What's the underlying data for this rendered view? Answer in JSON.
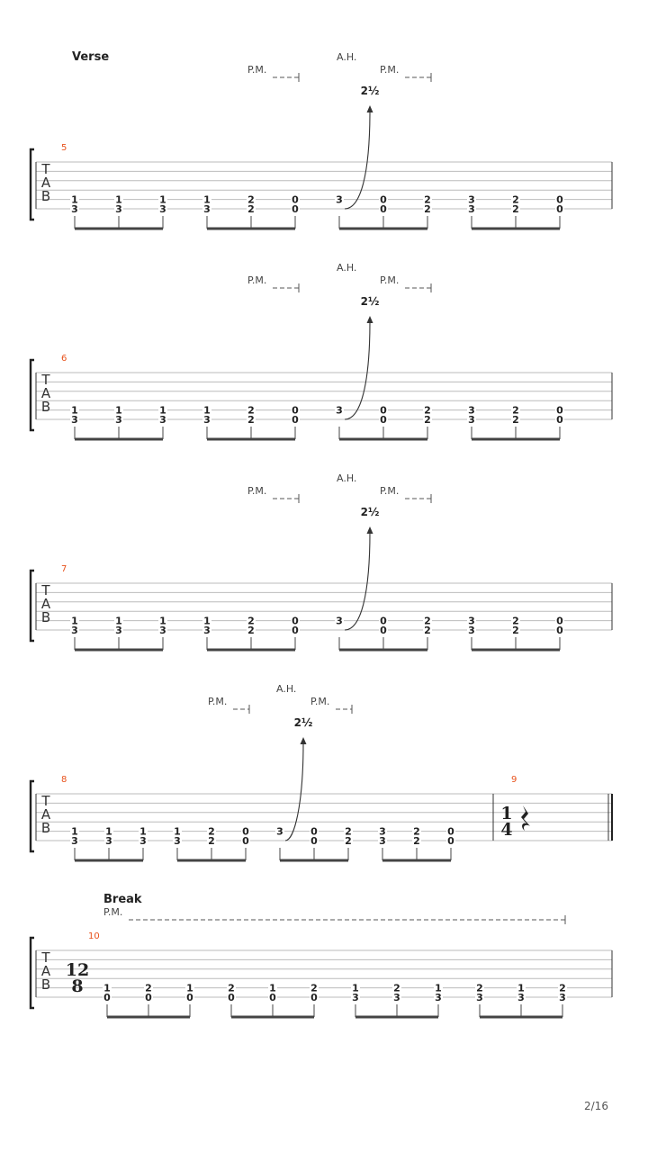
{
  "page_number": "2/16",
  "systems": [
    {
      "section": "Verse",
      "measures": [
        {
          "number": "5",
          "beats": [
            [
              "1",
              "3"
            ],
            [
              "1",
              "3"
            ],
            [
              "1",
              "3"
            ],
            [
              "1",
              "3"
            ],
            [
              "2",
              "2"
            ],
            [
              "0",
              "0"
            ],
            [
              "3",
              ""
            ],
            [
              "0",
              "0"
            ],
            [
              "2",
              "2"
            ],
            [
              "3",
              "3"
            ],
            [
              "2",
              "2"
            ],
            [
              "0",
              "0"
            ]
          ],
          "bend_beat": 6
        }
      ],
      "pm_before": "P.M.",
      "ah": "A.H.",
      "pm_after": "P.M.",
      "bend": "2½"
    },
    {
      "measures": [
        {
          "number": "6",
          "beats": [
            [
              "1",
              "3"
            ],
            [
              "1",
              "3"
            ],
            [
              "1",
              "3"
            ],
            [
              "1",
              "3"
            ],
            [
              "2",
              "2"
            ],
            [
              "0",
              "0"
            ],
            [
              "3",
              ""
            ],
            [
              "0",
              "0"
            ],
            [
              "2",
              "2"
            ],
            [
              "3",
              "3"
            ],
            [
              "2",
              "2"
            ],
            [
              "0",
              "0"
            ]
          ],
          "bend_beat": 6
        }
      ],
      "pm_before": "P.M.",
      "ah": "A.H.",
      "pm_after": "P.M.",
      "bend": "2½"
    },
    {
      "measures": [
        {
          "number": "7",
          "beats": [
            [
              "1",
              "3"
            ],
            [
              "1",
              "3"
            ],
            [
              "1",
              "3"
            ],
            [
              "1",
              "3"
            ],
            [
              "2",
              "2"
            ],
            [
              "0",
              "0"
            ],
            [
              "3",
              ""
            ],
            [
              "0",
              "0"
            ],
            [
              "2",
              "2"
            ],
            [
              "3",
              "3"
            ],
            [
              "2",
              "2"
            ],
            [
              "0",
              "0"
            ]
          ],
          "bend_beat": 6
        }
      ],
      "pm_before": "P.M.",
      "ah": "A.H.",
      "pm_after": "P.M.",
      "bend": "2½"
    },
    {
      "measures": [
        {
          "number": "8",
          "beats": [
            [
              "1",
              "3"
            ],
            [
              "1",
              "3"
            ],
            [
              "1",
              "3"
            ],
            [
              "1",
              "3"
            ],
            [
              "2",
              "2"
            ],
            [
              "0",
              "0"
            ],
            [
              "3",
              ""
            ],
            [
              "0",
              "0"
            ],
            [
              "2",
              "2"
            ],
            [
              "3",
              "3"
            ],
            [
              "2",
              "2"
            ],
            [
              "0",
              "0"
            ]
          ],
          "bend_beat": 6
        },
        {
          "number": "9",
          "time_signature": [
            "1",
            "4"
          ],
          "rest": "quarter-rest"
        }
      ],
      "pm_before": "P.M.",
      "ah": "A.H.",
      "pm_after": "P.M.",
      "bend": "2½"
    },
    {
      "section": "Break",
      "measures": [
        {
          "number": "10",
          "time_signature": [
            "12",
            "8"
          ],
          "beats": [
            [
              "1",
              "0"
            ],
            [
              "2",
              "0"
            ],
            [
              "1",
              "0"
            ],
            [
              "2",
              "0"
            ],
            [
              "1",
              "0"
            ],
            [
              "2",
              "0"
            ],
            [
              "1",
              "3"
            ],
            [
              "2",
              "3"
            ],
            [
              "1",
              "3"
            ],
            [
              "2",
              "3"
            ],
            [
              "1",
              "3"
            ],
            [
              "2",
              "3"
            ]
          ]
        }
      ],
      "pm_label": "P.M."
    }
  ]
}
